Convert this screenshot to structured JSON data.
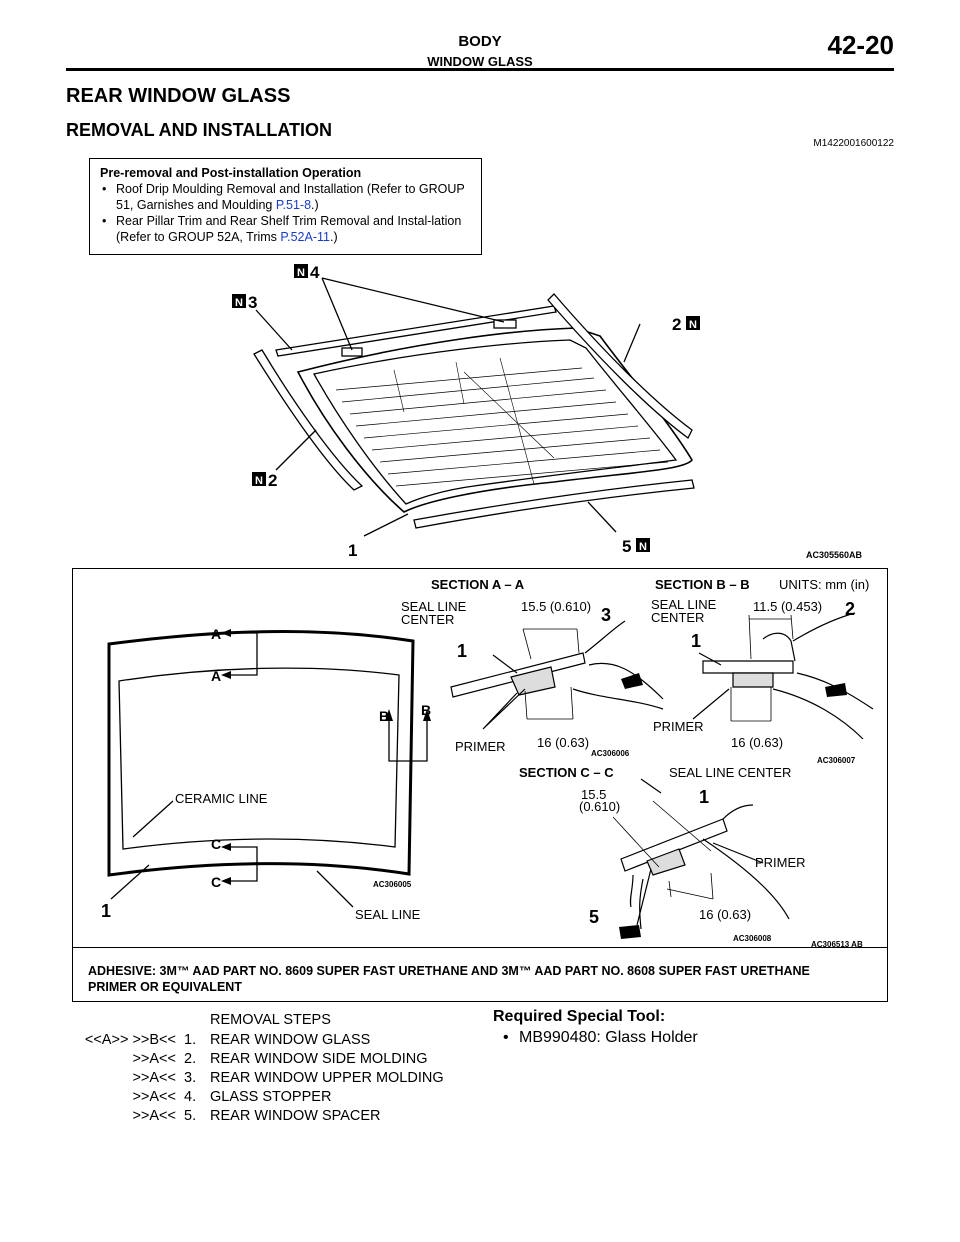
{
  "header": {
    "title": "BODY",
    "subtitle": "WINDOW GLASS",
    "page": "42-20"
  },
  "section_title": "REAR WINDOW GLASS",
  "subsection_title": "REMOVAL AND INSTALLATION",
  "doc_number": "M1422001600122",
  "pre_removal": {
    "title": "Pre-removal and Post-installation Operation",
    "items": [
      {
        "text": "Roof Drip Moulding Removal and Installation (Refer to GROUP 51, Garnishes and Moulding ",
        "link": "P.51-8",
        "tail": ".)"
      },
      {
        "text": "Rear Pillar Trim and Rear Shelf Trim Removal and Instal-lation (Refer to GROUP 52A, Trims ",
        "link": "P.52A-11",
        "tail": ".)"
      }
    ]
  },
  "figure1": {
    "id": "AC305560AB",
    "callouts": [
      "4",
      "3",
      "2",
      "2",
      "1",
      "5"
    ],
    "new_part_mark": "N"
  },
  "figure2": {
    "id": "AC306513 AB",
    "units": "UNITS: mm (in)",
    "glass_view": {
      "id": "AC306005",
      "labels": [
        "A",
        "A",
        "B",
        "B",
        "C",
        "C",
        "CERAMIC LINE",
        "SEAL LINE",
        "1"
      ]
    },
    "section_a": {
      "title": "SECTION A – A",
      "id": "AC306006",
      "seal_line": "SEAL LINE",
      "center": "CENTER",
      "dim_top": "15.5 (0.610)",
      "dim_bottom": "16 (0.63)",
      "primer": "PRIMER",
      "parts": [
        "1",
        "3"
      ]
    },
    "section_b": {
      "title": "SECTION B – B",
      "id": "AC306007",
      "seal_line": "SEAL LINE",
      "center": "CENTER",
      "dim_top": "11.5 (0.453)",
      "dim_bottom": "16 (0.63)",
      "primer": "PRIMER",
      "parts": [
        "1",
        "2"
      ]
    },
    "section_c": {
      "title": "SECTION C – C",
      "id": "AC306008",
      "seal_line_center": "SEAL LINE CENTER",
      "dim_top_1": "15.5",
      "dim_top_2": "(0.610)",
      "dim_bottom": "16 (0.63)",
      "primer": "PRIMER",
      "parts": [
        "1",
        "5"
      ]
    }
  },
  "adhesive_note": "ADHESIVE: 3M™ AAD PART NO. 8609 SUPER FAST URETHANE AND 3M™ AAD PART NO. 8608 SUPER FAST URETHANE PRIMER OR EQUIVALENT",
  "removal_steps": {
    "title": "REMOVAL STEPS",
    "steps": [
      {
        "prefix": "<<A>>   >>B<<",
        "num": "1.",
        "label": "REAR WINDOW GLASS"
      },
      {
        "prefix": ">>A<<",
        "num": "2.",
        "label": "REAR WINDOW SIDE MOLDING"
      },
      {
        "prefix": ">>A<<",
        "num": "3.",
        "label": "REAR WINDOW UPPER MOLDING"
      },
      {
        "prefix": ">>A<<",
        "num": "4.",
        "label": "GLASS STOPPER"
      },
      {
        "prefix": ">>A<<",
        "num": "5.",
        "label": "REAR WINDOW SPACER"
      }
    ]
  },
  "special_tool": {
    "title": "Required Special Tool:",
    "items": [
      "MB990480: Glass Holder"
    ]
  }
}
